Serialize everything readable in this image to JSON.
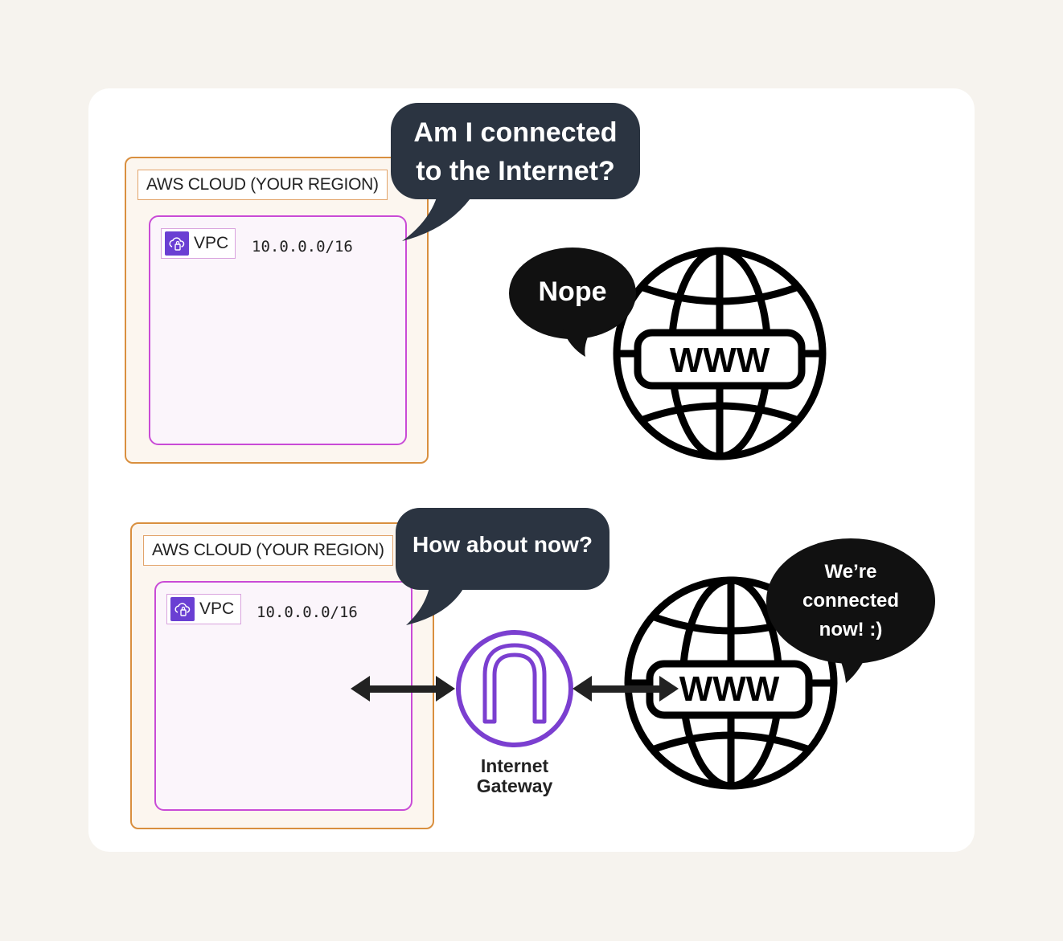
{
  "top_scene": {
    "aws_label": "AWS CLOUD (YOUR REGION)",
    "vpc_label": "VPC",
    "vpc_cidr": "10.0.0.0/16",
    "question_bubble": [
      "Am I connected",
      "to the Internet?"
    ],
    "reply_bubble": "Nope",
    "globe_text": "WWW"
  },
  "bottom_scene": {
    "aws_label": "AWS CLOUD (YOUR REGION)",
    "vpc_label": "VPC",
    "vpc_cidr": "10.0.0.0/16",
    "question_bubble": "How about now?",
    "reply_bubble": [
      "We’re",
      "connected",
      "now! :)"
    ],
    "gateway_label": [
      "Internet",
      "Gateway"
    ],
    "globe_text": "WWW"
  },
  "colors": {
    "bubble": "#2b3441",
    "reply_bubble": "#111111",
    "aws_border": "#d98f3f",
    "vpc_border": "#c94bd6",
    "gateway": "#7b3fd0"
  },
  "icons": [
    "vpc-cloud-lock-icon",
    "globe-www-icon",
    "internet-gateway-icon",
    "double-arrow-icon"
  ]
}
